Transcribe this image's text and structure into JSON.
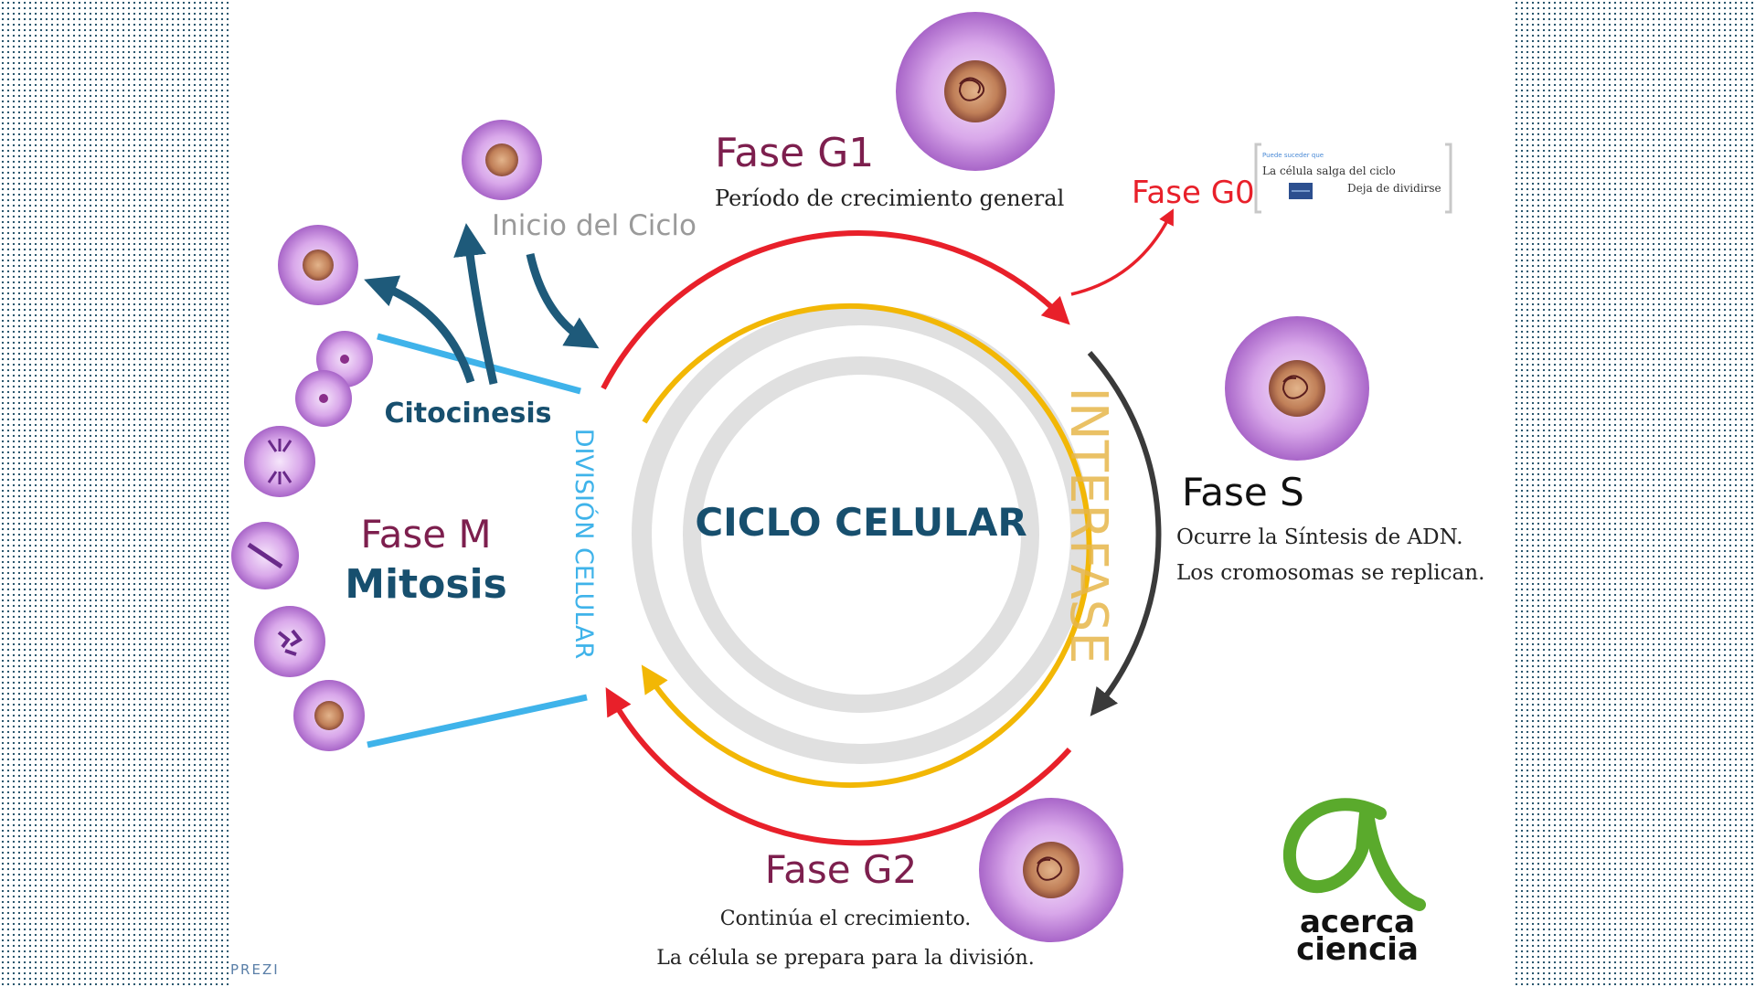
{
  "center_title": "CICLO CELULAR",
  "interphase_label": "INTERFASE",
  "division_label": "DIVISIÓN CELULAR",
  "start_label": "Inicio del Ciclo",
  "phases": {
    "g1": {
      "title": "Fase G1",
      "desc": "Período de crecimiento general"
    },
    "g0": {
      "title": "Fase G0",
      "note_small": "Puede suceder que",
      "note_line1": "La célula salga del ciclo",
      "note_line2": "Deja de dividirse"
    },
    "s": {
      "title": "Fase S",
      "desc1": "Ocurre la Síntesis de ADN.",
      "desc2": "Los cromosomas se replican."
    },
    "g2": {
      "title": "Fase G2",
      "desc1": "Continúa el crecimiento.",
      "desc2": "La célula se prepara para la división."
    },
    "m": {
      "title": "Fase M",
      "subtitle": "Mitosis"
    },
    "cytokinesis": {
      "title": "Citocinesis"
    }
  },
  "logo": {
    "line1": "acerca",
    "line2": "ciencia"
  },
  "watermark": "PREZI",
  "colors": {
    "g1_arrow": "#e8202a",
    "s_arrow": "#3a3a3a",
    "interphase_ring": "#f2b705",
    "phase_title": "#7d1f4e",
    "dark_blue": "#174f6e",
    "light_blue": "#3fb3ea",
    "logo_green": "#5aaa2c"
  }
}
